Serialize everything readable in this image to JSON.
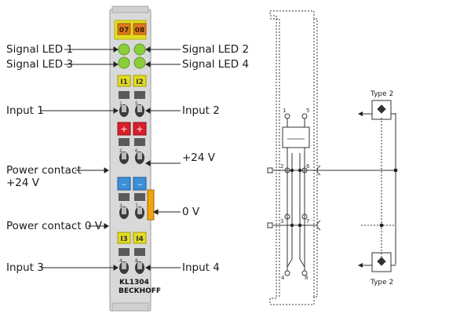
{
  "left_diagram": {
    "top_leds": [
      "07",
      "08"
    ],
    "channel_tags": [
      "I1",
      "I2",
      "I3",
      "I4"
    ],
    "terminal_numbers": [
      "1",
      "5",
      "2",
      "6",
      "3",
      "7",
      "4",
      "8"
    ],
    "model": "KL1304",
    "brand": "BECKHOFF",
    "labels": {
      "signal_led_1": "Signal LED 1",
      "signal_led_2": "Signal LED 2",
      "signal_led_3": "Signal LED 3",
      "signal_led_4": "Signal LED 4",
      "input_1": "Input 1",
      "input_2": "Input 2",
      "plus_24v": "+24 V",
      "power_contact_24v_line1": "Power contact",
      "power_contact_24v_line2": "+24 V",
      "zero_v": "0 V",
      "power_contact_0v": "Power contact 0 V",
      "input_3": "Input 3",
      "input_4": "Input 4"
    }
  },
  "right_diagram": {
    "type_top": "Type 2",
    "type_bottom": "Type 2",
    "pins": [
      "1",
      "5",
      "2",
      "6",
      "3",
      "7",
      "4",
      "8"
    ]
  },
  "colors": {
    "housing": "#d8d8d8",
    "led_green": "#8ccd3c",
    "yellow_tag": "#e4dc1f",
    "orange_led": "#e07a1e",
    "red_contact": "#d8202a",
    "blue_contact": "#3d8fd6",
    "orange_side": "#f0a410"
  }
}
